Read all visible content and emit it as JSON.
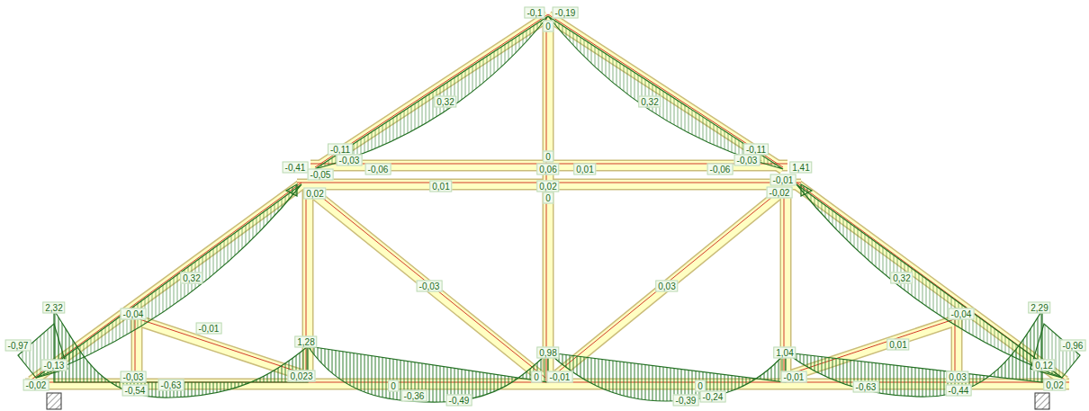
{
  "diagram": {
    "labels": [
      "-0,1",
      "-0,19",
      "0",
      "0,32",
      "0,32",
      "-0,11",
      "-0,03",
      "-0,06",
      "0",
      "0,06",
      "0,01",
      "-0,06",
      "-0,11",
      "-0,03",
      "-0,41",
      "-0,05",
      "1,41",
      "-0,01",
      "0,02",
      "0,01",
      "0,02",
      "0",
      "-0,02",
      "0,32",
      "0,32",
      "-0,03",
      "0,03",
      "2,32",
      "2,29",
      "-0,04",
      "-0,04",
      "-0,01",
      "0,01",
      "1,28",
      "0,98",
      "1,04",
      "-0,97",
      "-0,96",
      "-0,13",
      "0,12",
      "-0,03",
      "0,03",
      "0,023",
      "0",
      "0",
      "0",
      "-0,01",
      "-0,01",
      "-0,02",
      "0,02",
      "-0,54",
      "-0,63",
      "-0,63",
      "-0,44",
      "-0,36",
      "-0,49",
      "-0,39",
      "-0,24"
    ]
  }
}
